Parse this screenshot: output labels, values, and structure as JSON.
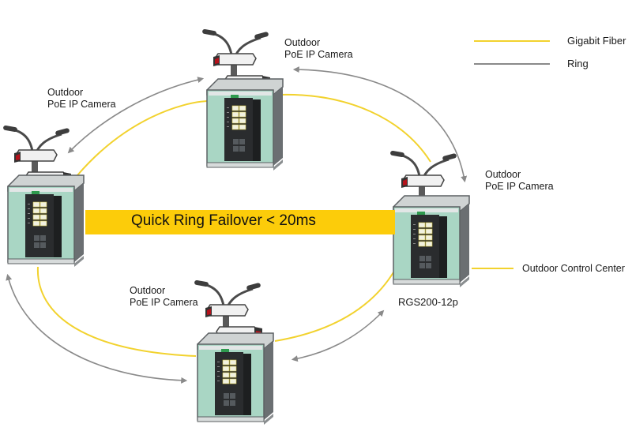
{
  "legend": {
    "items": [
      {
        "label": "Gigabit Fiber",
        "color": "#f2d22e"
      },
      {
        "label": "Ring",
        "color": "#8a8a8a"
      }
    ]
  },
  "banner": {
    "text": "Quick Ring Failover < 20ms",
    "color": "#fccc0a"
  },
  "nodes": [
    {
      "id": "top",
      "camera_label_line1": "Outdoor",
      "camera_label_line2": "PoE IP Camera"
    },
    {
      "id": "left",
      "camera_label_line1": "Outdoor",
      "camera_label_line2": "PoE IP Camera"
    },
    {
      "id": "right",
      "camera_label_line1": "Outdoor",
      "camera_label_line2": "PoE IP Camera",
      "device_label": "RGS200-12p"
    },
    {
      "id": "bottom",
      "camera_label_line1": "Outdoor",
      "camera_label_line2": "PoE IP Camera"
    }
  ],
  "control_center": {
    "label": "Outdoor Control Center"
  },
  "colors": {
    "fiber": "#f2d22e",
    "ring": "#8a8a8a",
    "enclosure_glass": "#a9d6c4",
    "enclosure_frame": "#6b6f72",
    "switch_body": "#2a2c2e",
    "camera_lens": "#b5121b"
  }
}
